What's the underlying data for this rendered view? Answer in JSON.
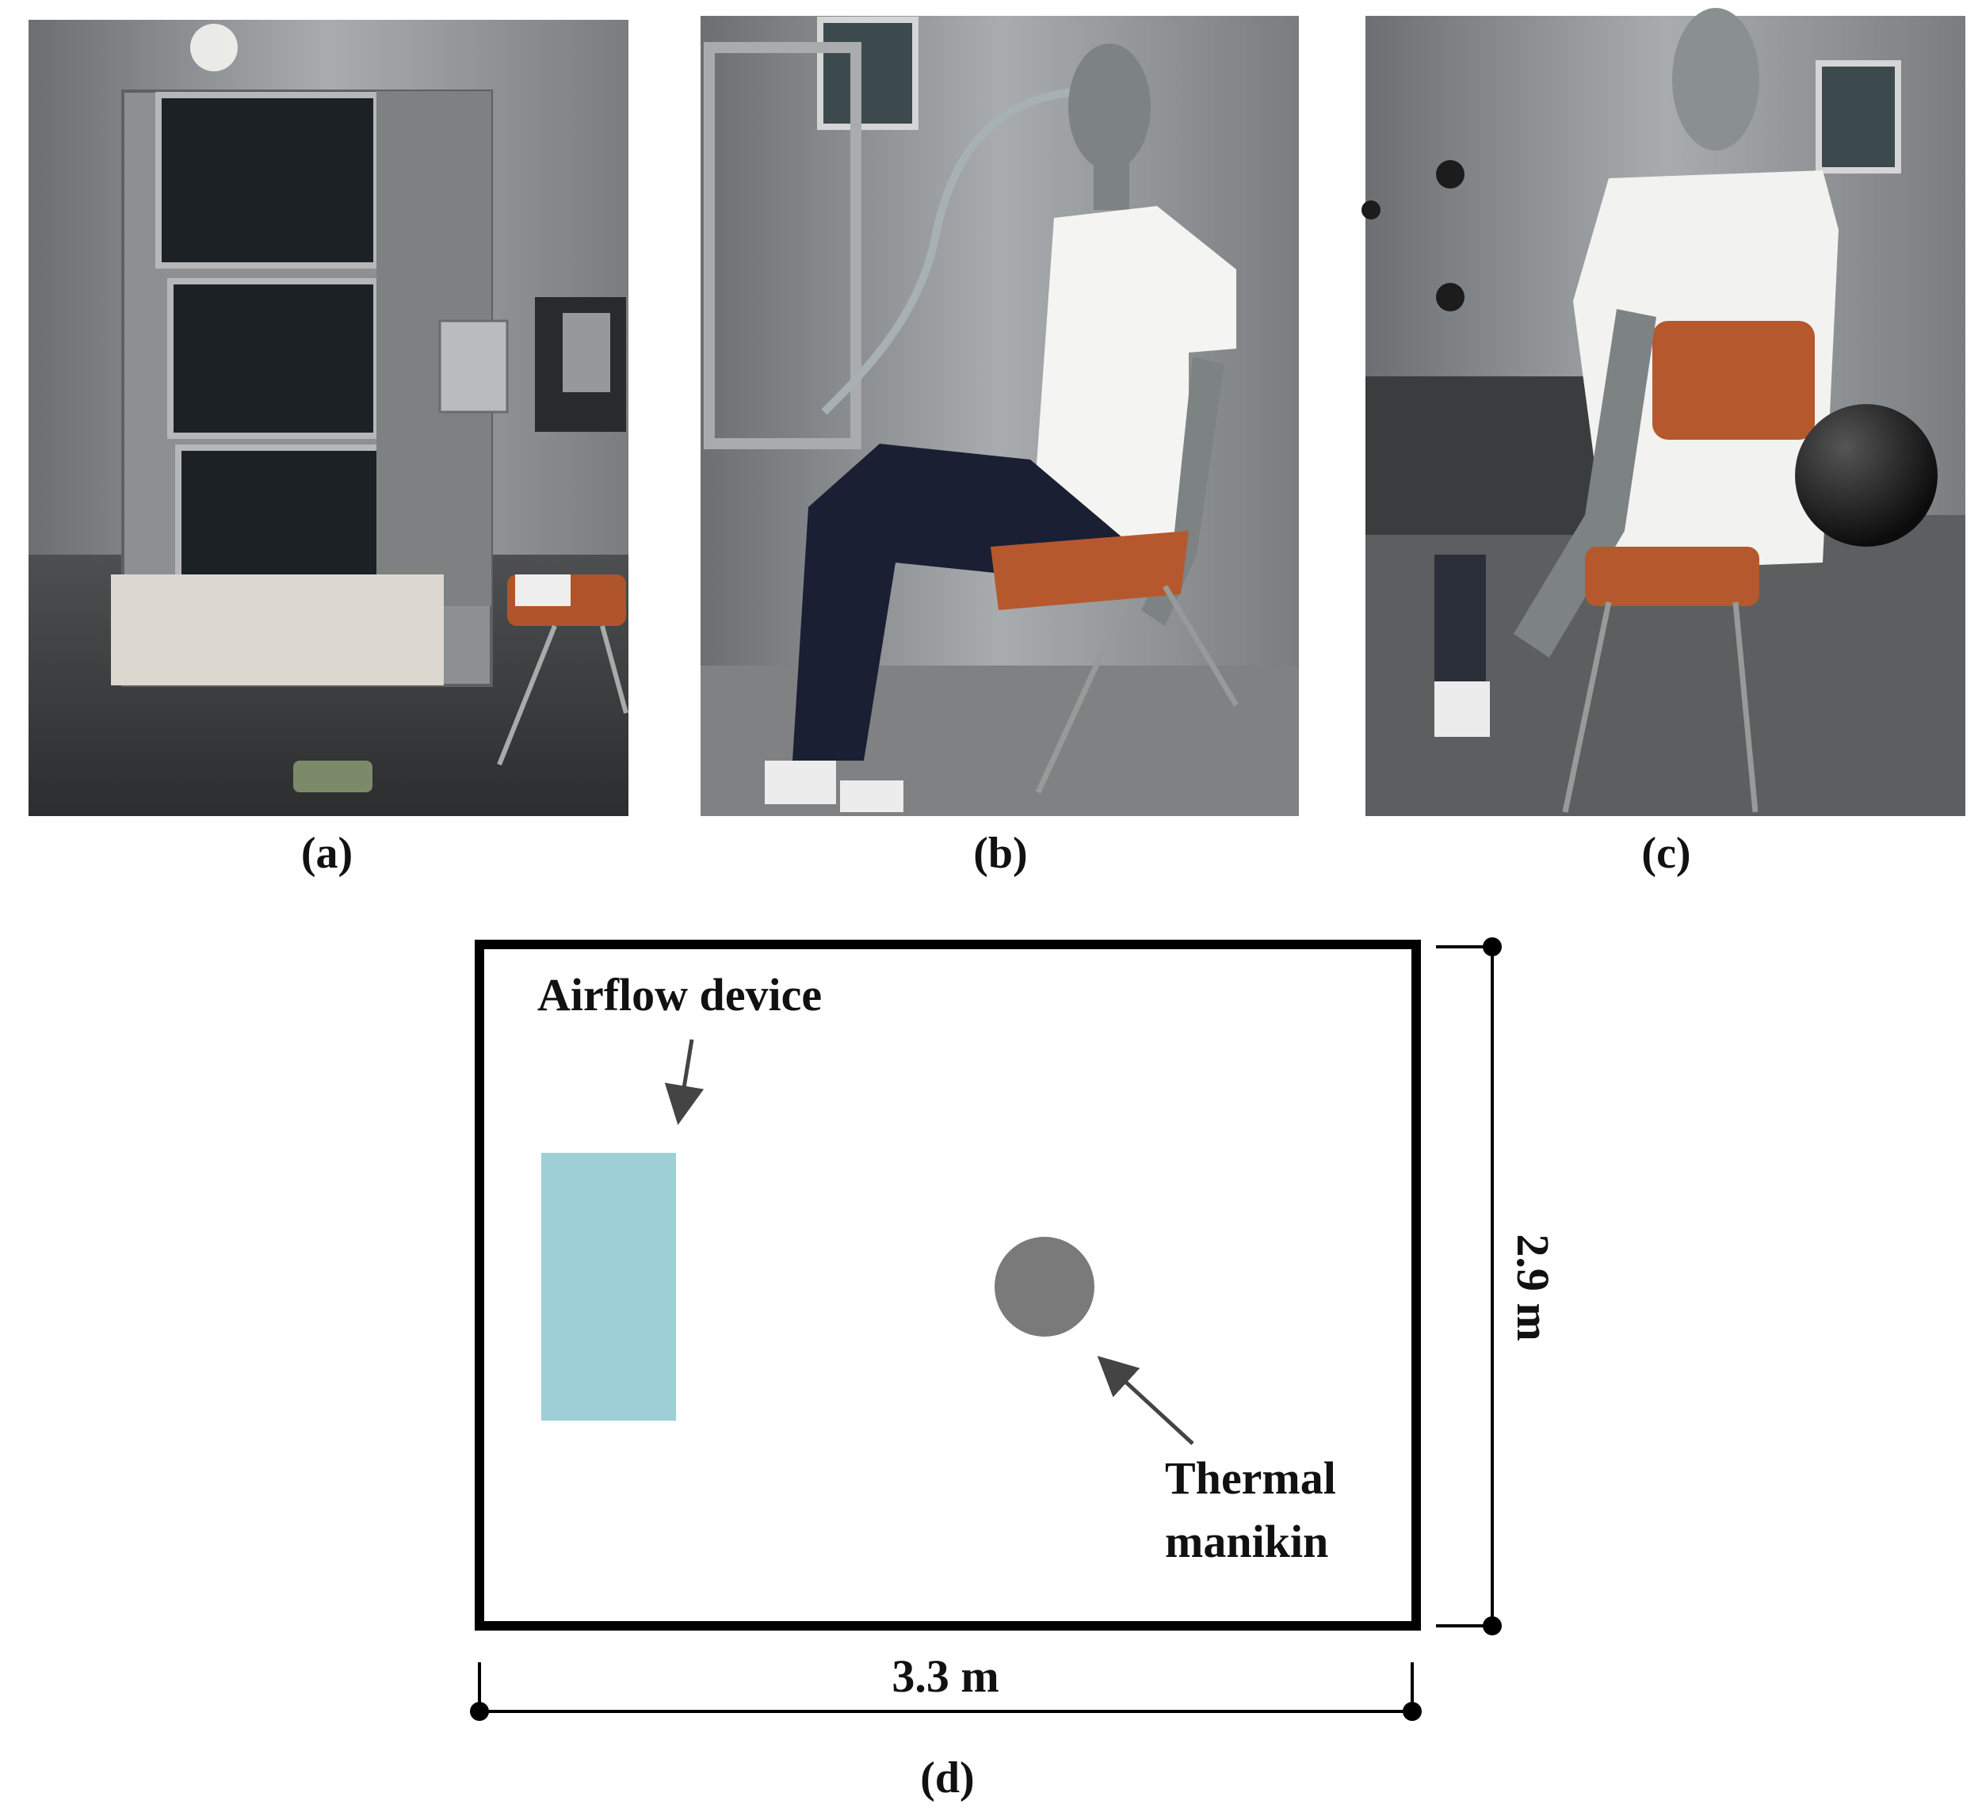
{
  "panels": {
    "a": {
      "label": "(a)"
    },
    "b": {
      "label": "(b)"
    },
    "c": {
      "label": "(c)"
    },
    "d": {
      "label": "(d)"
    }
  },
  "plan": {
    "airflow_label": "Airflow device",
    "manikin_label_line1": "Thermal",
    "manikin_label_line2": "manikin",
    "width_label": "3.3 m",
    "height_label": "2.9 m"
  },
  "colors": {
    "airflow_device": "#9fcfd6",
    "manikin": "#7a7a7a",
    "wall": "#000000",
    "arrow": "#444444"
  },
  "icons": {
    "photo_a": "airflow-device-photo",
    "photo_b": "seated-manikin-side-photo",
    "photo_c": "seated-manikin-back-photo"
  }
}
